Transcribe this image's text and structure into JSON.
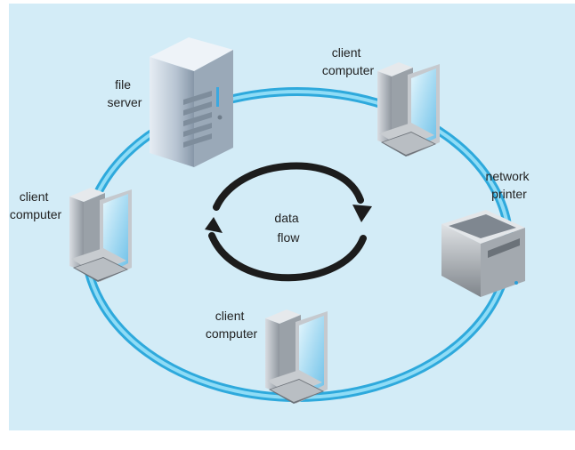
{
  "labels": {
    "file_server": [
      "file",
      "server"
    ],
    "client_top": [
      "client",
      "computer"
    ],
    "client_left": [
      "client",
      "computer"
    ],
    "client_bottom": [
      "client",
      "computer"
    ],
    "network_printer": [
      "network",
      "printer"
    ],
    "data_flow": [
      "data",
      "flow"
    ]
  },
  "colors": {
    "background": "#d3ecf7",
    "ring": "#3ab6e6",
    "ring_highlight": "#b6e8fa",
    "arrow": "#1c1c1c",
    "server_body": "#b9c6d4",
    "monitor_screen": "#8fd0ee",
    "printer_body": "#bfc3c7"
  },
  "icons": [
    "file-server-icon",
    "client-computer-icon",
    "network-printer-icon",
    "data-flow-arrows-icon"
  ]
}
